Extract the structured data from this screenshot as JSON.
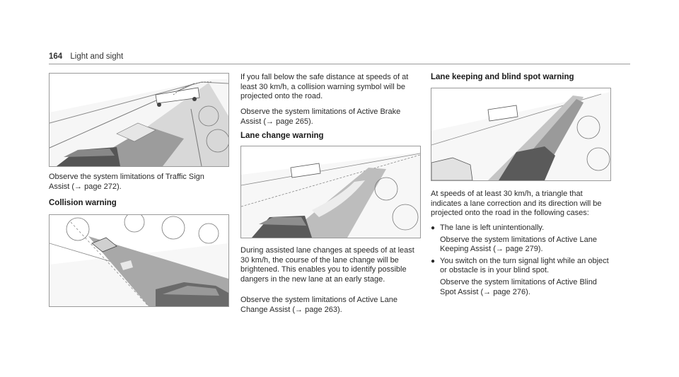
{
  "header": {
    "page_number": "164",
    "section": "Light and sight"
  },
  "col1": {
    "text1": "Observe the system limitations of Traffic Sign Assist (→ page 272).",
    "heading": "Collision warning"
  },
  "col2": {
    "text1": "If you fall below the safe distance at speeds of at least 30 km/h, a collision warning symbol will be projected onto the road.",
    "text2": "Observe the system limitations of Active Brake Assist (→ page 265).",
    "heading": "Lane change warning",
    "text3": "During assisted lane changes at speeds of at least 30 km/h, the course of the lane change will be brightened. This enables you to identify possible dangers in the new lane at an early stage.",
    "text4": "Observe the system limitations of Active Lane Change Assist (→ page 263)."
  },
  "col3": {
    "heading": "Lane keeping and blind spot warning",
    "text1": "At speeds of at least 30 km/h, a triangle that indicates a lane correction and its direction will be projected onto the road in the following cases:",
    "bullet1": "The lane is left unintentionally.",
    "bullet1_sub": "Observe the system limitations of Active Lane Keeping Assist (→ page 279).",
    "bullet2": "You switch on the turn signal light while an object or obstacle is in your blind spot.",
    "bullet2_sub": "Observe the system limitations of Active Blind Spot Assist (→ page 276).",
    "bullet_glyph": "●"
  }
}
